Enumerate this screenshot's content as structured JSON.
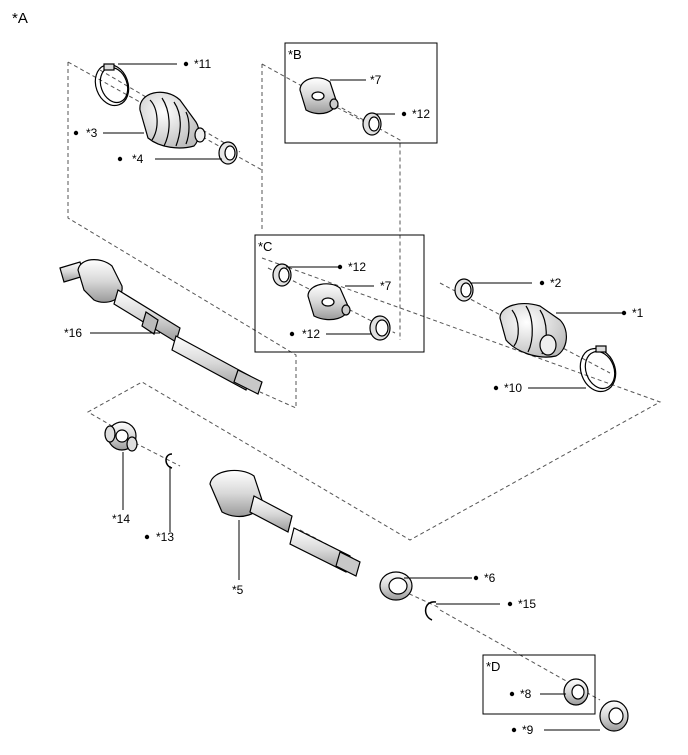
{
  "main_label": "*A",
  "box_labels": {
    "b": "*B",
    "c": "*C",
    "d": "*D"
  },
  "callouts": {
    "c1": "*1",
    "c2": "*2",
    "c3": "*3",
    "c4": "*4",
    "c5": "*5",
    "c6": "*6",
    "c7a": "*7",
    "c7b": "*7",
    "c8": "*8",
    "c9": "*9",
    "c10": "*10",
    "c11": "*11",
    "c12a": "*12",
    "c12b": "*12",
    "c12c": "*12",
    "c13": "*13",
    "c14": "*14",
    "c15": "*15",
    "c16": "*16"
  }
}
